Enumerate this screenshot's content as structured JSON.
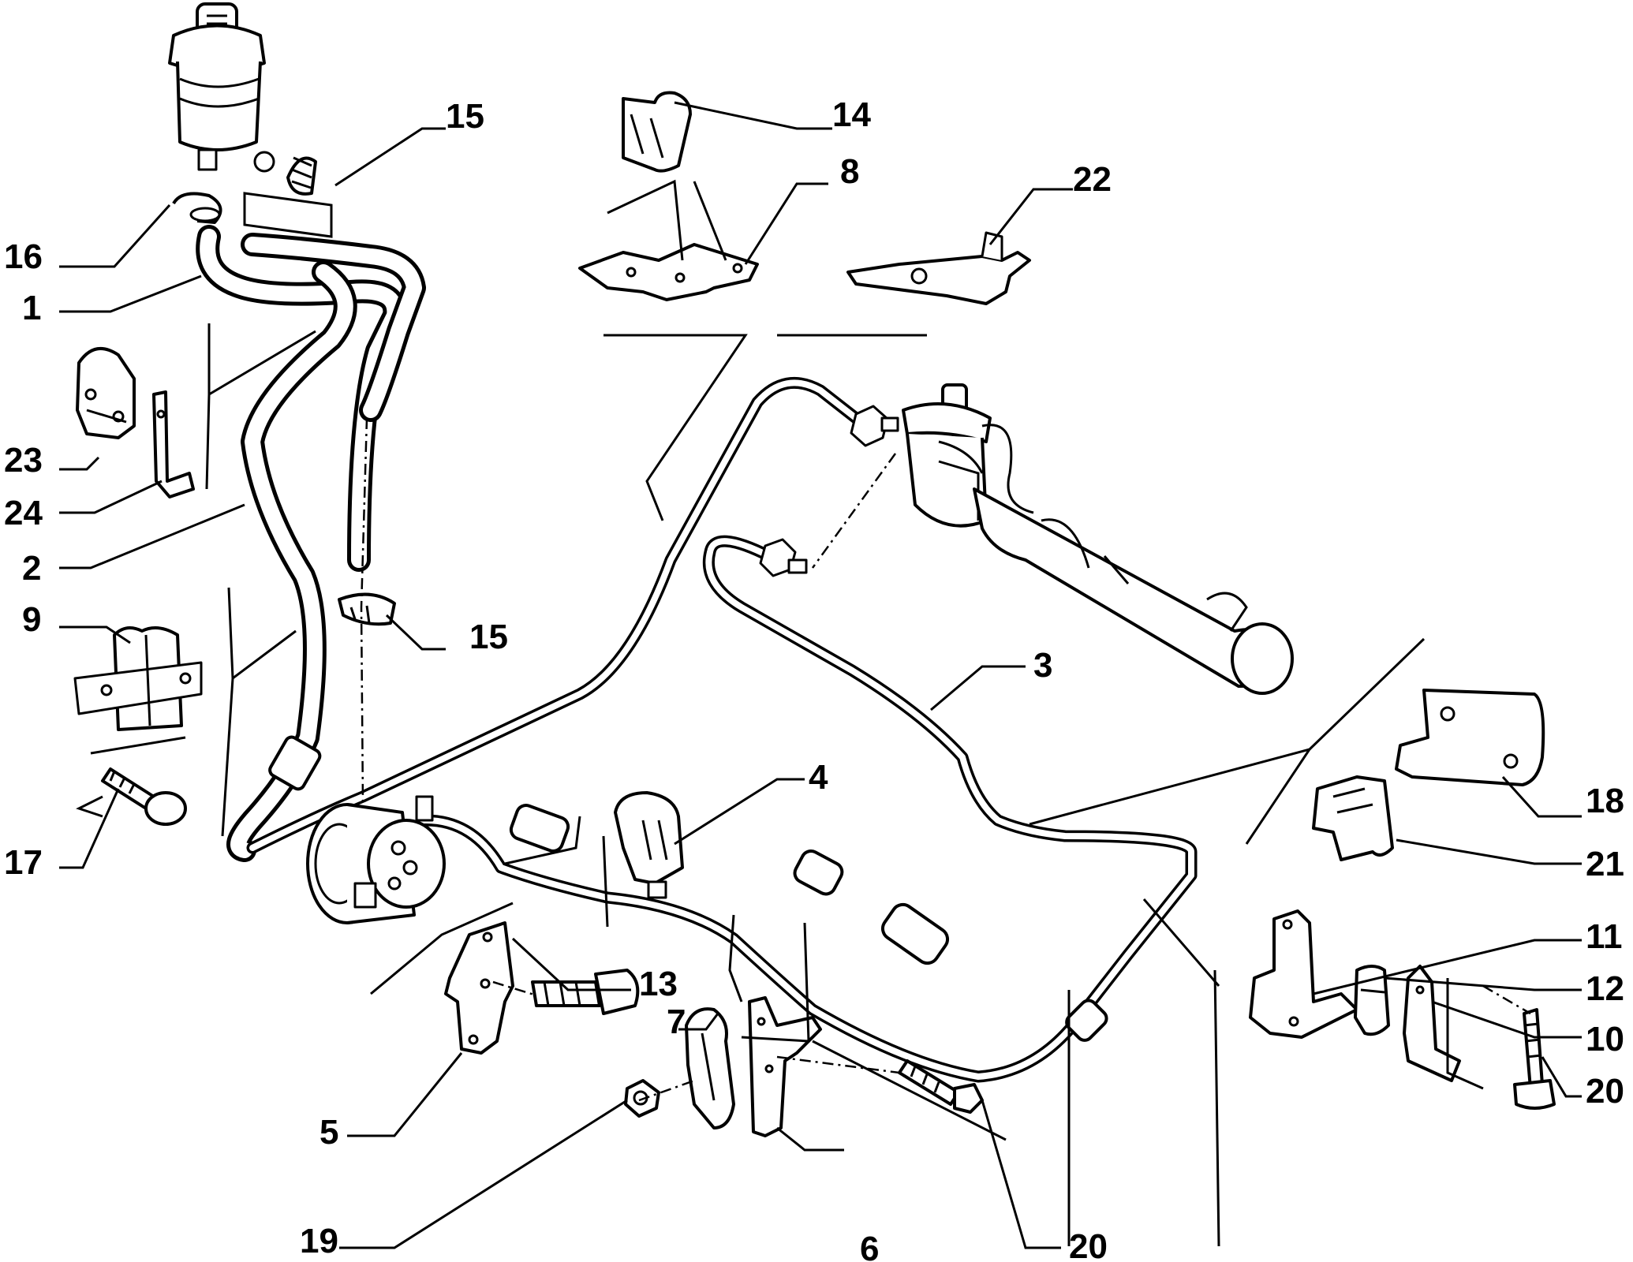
{
  "labels": {
    "l1": "1",
    "l2": "2",
    "l3": "3",
    "l4": "4",
    "l5": "5",
    "l6": "6",
    "l7": "7",
    "l8": "8",
    "l9": "9",
    "l10": "10",
    "l11": "11",
    "l12": "12",
    "l13": "13",
    "l14": "14",
    "l15a": "15",
    "l15b": "15",
    "l16": "16",
    "l17": "17",
    "l18": "18",
    "l19": "19",
    "l20a": "20",
    "l20b": "20",
    "l21": "21",
    "l22": "22",
    "l23": "23",
    "l24": "24"
  }
}
